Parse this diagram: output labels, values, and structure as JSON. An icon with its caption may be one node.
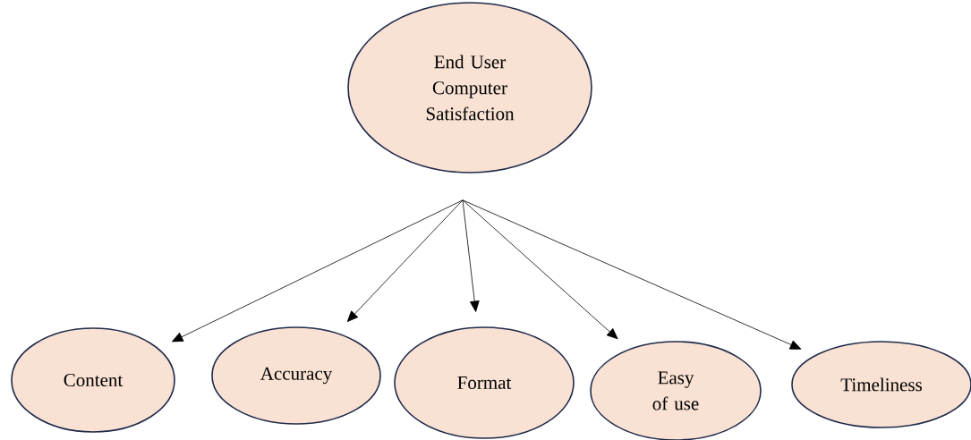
{
  "diagram": {
    "nodes": [
      {
        "text": [
          "End User Computer Satisfaction"
        ]
      },
      {
        "text": [
          "Content"
        ]
      },
      {
        "text": [
          "Accuracy"
        ]
      },
      {
        "text": [
          "Format"
        ]
      },
      {
        "text": [
          "Easy of use"
        ]
      },
      {
        "text": [
          "Timeliness"
        ]
      }
    ],
    "edges": [
      {
        "from": 0,
        "to": 1,
        "arrow": "to"
      },
      {
        "from": 0,
        "to": 2,
        "arrow": "to"
      },
      {
        "from": 0,
        "to": 3,
        "arrow": "to"
      },
      {
        "from": 0,
        "to": 4,
        "arrow": "to"
      },
      {
        "from": 0,
        "to": 5,
        "arrow": "to"
      }
    ]
  }
}
